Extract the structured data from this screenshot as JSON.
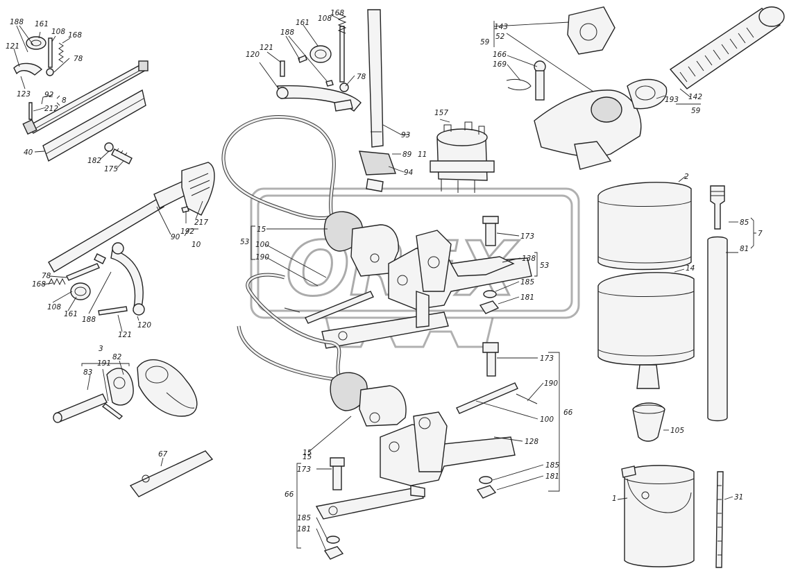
{
  "watermark": {
    "text": "OREX"
  },
  "callouts": {
    "c188a": "188",
    "c161a": "161",
    "c108a": "108",
    "c168a": "168",
    "c121a": "121",
    "c78a": "78",
    "c123a": "123",
    "c92a": "92",
    "c8": "8",
    "c212": "212",
    "c40": "40",
    "c182": "182",
    "c175": "175",
    "c168b": "168",
    "c108b": "108",
    "c161b": "161",
    "c188b": "188",
    "c121b": "121",
    "c120b": "120",
    "c78b": "78",
    "c93": "93",
    "c89": "89",
    "c11": "11",
    "c94": "94",
    "c157": "157",
    "c143": "143",
    "c52": "52",
    "c59a": "59",
    "c166": "166",
    "c169": "169",
    "c193": "193",
    "c142": "142",
    "c59b": "59",
    "c90": "90",
    "c192": "192",
    "c217": "217",
    "c10": "10",
    "c78c": "78",
    "c168c": "168",
    "c108c": "108",
    "c161c": "161",
    "c188c": "188",
    "c121c": "121",
    "c120c": "120",
    "c15a": "15",
    "c53a": "53",
    "c100a": "100",
    "c190a": "190",
    "c173a": "173",
    "c138": "138",
    "c53b": "53",
    "c185a": "185",
    "c181a": "181",
    "c3": "3",
    "c191": "191",
    "c82": "82",
    "c83": "83",
    "c67": "67",
    "c173b": "173",
    "c190b": "190",
    "c100b": "100",
    "c66a": "66",
    "c128": "128",
    "c185b": "185",
    "c181b": "181",
    "c15b": "15",
    "c15c": "15",
    "c173c": "173",
    "c66b": "66",
    "c185c": "185",
    "c181c": "181",
    "c2": "2",
    "c85": "85",
    "c7": "7",
    "c81": "81",
    "c14": "14",
    "c105": "105",
    "c1": "1",
    "c31": "31"
  }
}
